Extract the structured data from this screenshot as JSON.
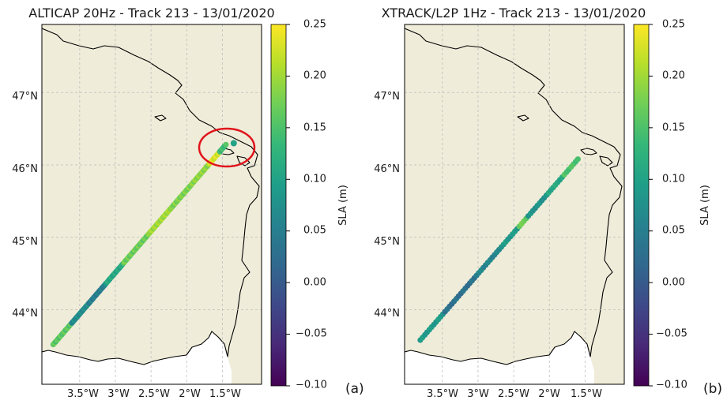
{
  "colormap": {
    "name": "viridis",
    "stops": [
      "#440154",
      "#482878",
      "#3e4989",
      "#31688e",
      "#26828e",
      "#1f9e89",
      "#35b779",
      "#6ece58",
      "#b5de2b",
      "#fde725"
    ]
  },
  "colors": {
    "land": "#efecd9",
    "sea": "#ffffff",
    "coast": "#000000",
    "grid": "#bdbdbd",
    "highlight_circle": "#e0141b"
  },
  "panels": [
    {
      "title": "ALTICAP 20Hz - Track 213 - 13/01/2020",
      "letter": "(a)",
      "lon_ticks": [
        "3.5°W",
        "3°W",
        "2.5°W",
        "2°W",
        "1.5°W"
      ],
      "lat_ticks": [
        "47°N",
        "46°N",
        "45°N",
        "44°N"
      ],
      "colorbar": {
        "label": "SLA (m)",
        "ticks": [
          "0.25",
          "0.20",
          "0.15",
          "0.10",
          "0.05",
          "0.00",
          "−0.05",
          "−0.10"
        ],
        "range": [
          -0.1,
          0.25
        ]
      },
      "track": {
        "start": [
          -3.87,
          43.52
        ],
        "end": [
          -1.45,
          46.28
        ],
        "segments": [
          {
            "from": 0.0,
            "to": 0.1,
            "sla": 0.16
          },
          {
            "from": 0.1,
            "to": 0.2,
            "sla": 0.07
          },
          {
            "from": 0.2,
            "to": 0.3,
            "sla": 0.05
          },
          {
            "from": 0.3,
            "to": 0.4,
            "sla": 0.11
          },
          {
            "from": 0.4,
            "to": 0.55,
            "sla": 0.17
          },
          {
            "from": 0.55,
            "to": 0.68,
            "sla": 0.2
          },
          {
            "from": 0.68,
            "to": 0.8,
            "sla": 0.18
          },
          {
            "from": 0.8,
            "to": 0.9,
            "sla": 0.19
          },
          {
            "from": 0.9,
            "to": 0.96,
            "sla": 0.23
          },
          {
            "from": 0.96,
            "to": 1.0,
            "sla": 0.14
          }
        ],
        "outlier": {
          "lon": -1.34,
          "lat": 46.3,
          "sla": 0.1
        }
      },
      "highlight": {
        "lon": -1.48,
        "lat": 46.28
      }
    },
    {
      "title": "XTRACK/L2P 1Hz - Track 213 - 13/01/2020",
      "letter": "(b)",
      "lon_ticks": [
        "3.5°W",
        "3°W",
        "2.5°W",
        "2°W",
        "1.5°W"
      ],
      "lat_ticks": [
        "47°N",
        "46°N",
        "45°N",
        "44°N"
      ],
      "colorbar": {
        "label": "SLA (m)",
        "ticks": [
          "0.25",
          "0.20",
          "0.15",
          "0.10",
          "0.05",
          "0.00",
          "−0.05",
          "−0.10"
        ],
        "range": [
          -0.1,
          0.25
        ]
      },
      "track": {
        "start": [
          -3.81,
          43.58
        ],
        "end": [
          -1.6,
          46.08
        ],
        "segments": [
          {
            "from": 0.0,
            "to": 0.15,
            "sla": 0.09
          },
          {
            "from": 0.15,
            "to": 0.35,
            "sla": 0.03
          },
          {
            "from": 0.35,
            "to": 0.5,
            "sla": 0.06
          },
          {
            "from": 0.5,
            "to": 0.62,
            "sla": 0.09
          },
          {
            "from": 0.62,
            "to": 0.68,
            "sla": 0.17
          },
          {
            "from": 0.68,
            "to": 0.8,
            "sla": 0.08
          },
          {
            "from": 0.8,
            "to": 0.9,
            "sla": 0.11
          },
          {
            "from": 0.9,
            "to": 1.0,
            "sla": 0.15
          }
        ]
      }
    }
  ]
}
